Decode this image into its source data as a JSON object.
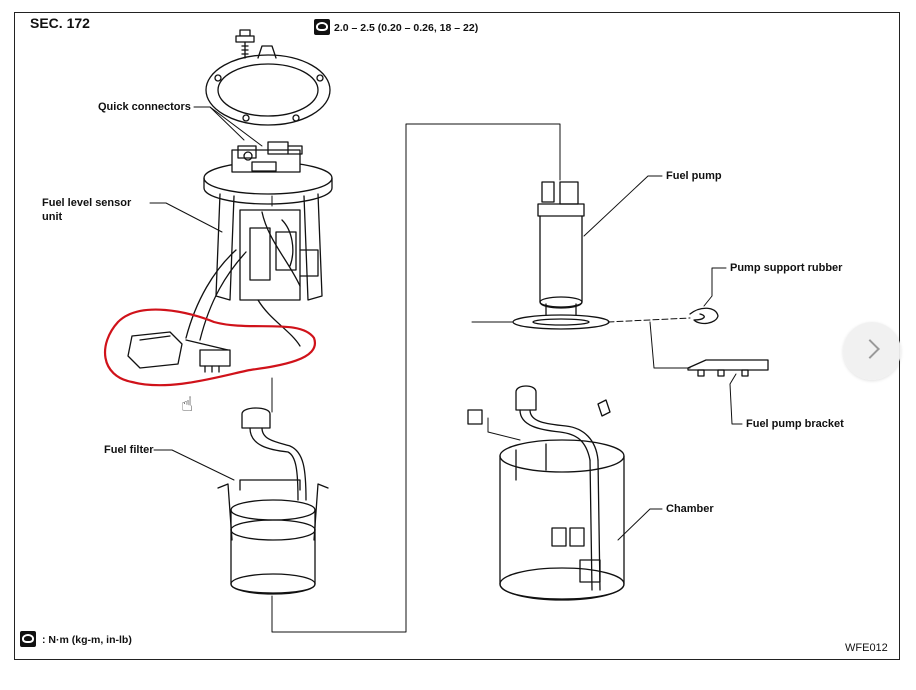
{
  "header": {
    "section": "SEC. 172",
    "torque_spec": "2.0 – 2.5 (0.20 – 0.26, 18 – 22)"
  },
  "labels": {
    "quick_connectors": "Quick connectors",
    "fuel_level_sensor_line1": "Fuel level sensor",
    "fuel_level_sensor_line2": "unit",
    "fuel_filter": "Fuel filter",
    "fuel_pump": "Fuel pump",
    "pump_support_rubber": "Pump support rubber",
    "fuel_pump_bracket": "Fuel pump bracket",
    "chamber": "Chamber"
  },
  "footer": {
    "legend": ": N·m (kg-m, in-lb)",
    "figure_code": "WFE012"
  },
  "icons": {
    "torque": "wrench-icon",
    "next": "chevron-right-icon",
    "cursor": "hand-pointer-icon"
  },
  "colors": {
    "highlight": "#d0121a",
    "line": "#111111"
  }
}
